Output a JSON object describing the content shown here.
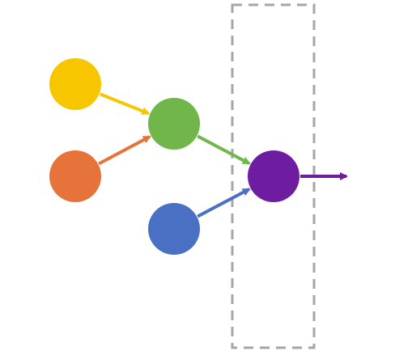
{
  "diagram": {
    "background": "#ffffff",
    "nodes": [
      {
        "id": "input-yellow",
        "color": "#F7C600"
      },
      {
        "id": "input-orange",
        "color": "#E6743A"
      },
      {
        "id": "hidden-green",
        "color": "#70B64A"
      },
      {
        "id": "input-blue",
        "color": "#4A70C4"
      },
      {
        "id": "output-purple",
        "color": "#6E1DA1"
      }
    ],
    "edges": [
      {
        "from": "input-yellow",
        "to": "hidden-green",
        "color": "#F7C600"
      },
      {
        "from": "input-orange",
        "to": "hidden-green",
        "color": "#E6743A"
      },
      {
        "from": "hidden-green",
        "to": "output-purple",
        "color": "#70B64A"
      },
      {
        "from": "input-blue",
        "to": "output-purple",
        "color": "#4A70C4"
      },
      {
        "from": "output-purple",
        "to": "output-arrow-end",
        "color": "#6E1DA1"
      }
    ],
    "highlight_box": {
      "style": "dashed",
      "color": "#A6A6A6",
      "encloses": "output-purple"
    }
  }
}
